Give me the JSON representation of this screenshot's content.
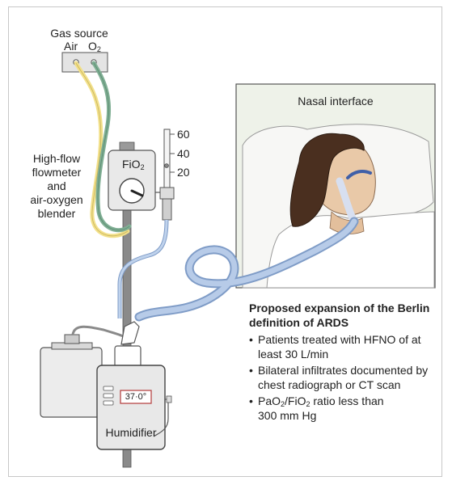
{
  "labels": {
    "gas_source": "Gas source",
    "air": "Air",
    "o2_main": "O",
    "o2_sub": "2",
    "flowmeter_lines": [
      "High-flow",
      "flowmeter",
      "and",
      "air-oxygen",
      "blender"
    ],
    "fio2_main": "FiO",
    "fio2_sub": "2",
    "scale_ticks": [
      "60",
      "40",
      "20"
    ],
    "nasal_interface": "Nasal interface",
    "temperature": "37·0°",
    "humidifier": "Humidifier"
  },
  "expansion": {
    "title_lines": [
      "Proposed expansion of the Berlin",
      "definition of ARDS"
    ],
    "criteria": [
      {
        "lines": [
          "Patients treated with HFNO of at",
          "least 30 L/min"
        ]
      },
      {
        "lines": [
          "Bilateral infiltrates documented by",
          "chest radiograph or CT scan"
        ]
      },
      {
        "lines_rich": [
          {
            "main": "PaO",
            "sub": "2",
            "mid": "/FiO",
            "sub2": "2",
            "tail": " ratio less than"
          }
        ],
        "lines": [
          "300 mm Hg"
        ]
      }
    ]
  },
  "colors": {
    "tube_blue": "#a9c0e0",
    "tube_blue_dark": "#7f9cc7",
    "air_line_yellow": "#f2e08a",
    "o2_line_green": "#7fae93",
    "pole_gray": "#8a8a8a",
    "device_gray": "#e6e6e6",
    "outline": "#444444"
  }
}
